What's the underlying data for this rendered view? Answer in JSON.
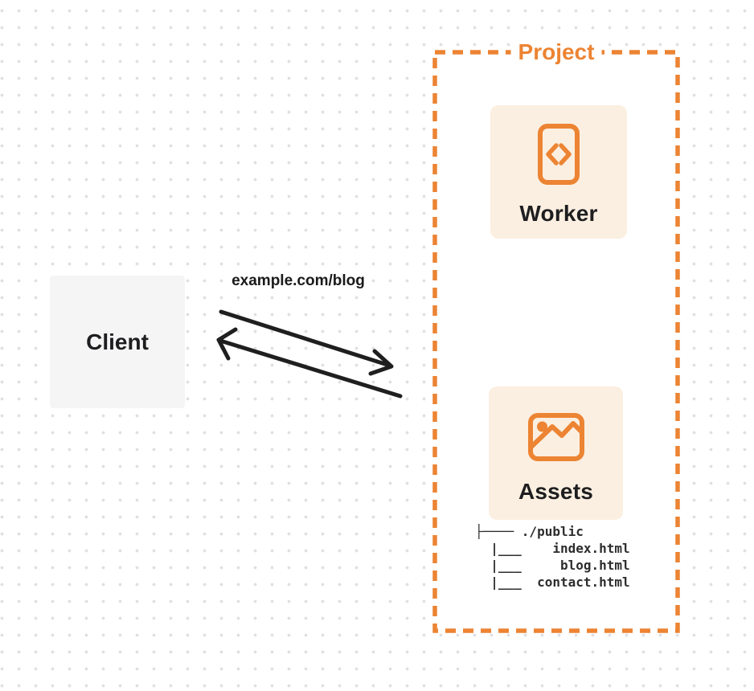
{
  "colors": {
    "accent_orange": "#EC8433",
    "card_cream": "#FBEFE1",
    "client_gray": "#F5F5F6",
    "arrow_dark": "#1F1F1F",
    "dot_gray": "#E0E0E4",
    "text_dark": "#1E1E20",
    "tree_text": "#2D2D2D"
  },
  "client": {
    "label": "Client"
  },
  "request": {
    "label": "example.com/blog"
  },
  "project": {
    "title": "Project",
    "worker": {
      "label": "Worker",
      "icon": "code-document-icon"
    },
    "assets": {
      "label": "Assets",
      "icon": "image-icon"
    },
    "file_tree": {
      "lines": [
        "├──── ./public",
        "  |___    index.html",
        "  |___     blog.html",
        "  |___  contact.html"
      ]
    }
  }
}
